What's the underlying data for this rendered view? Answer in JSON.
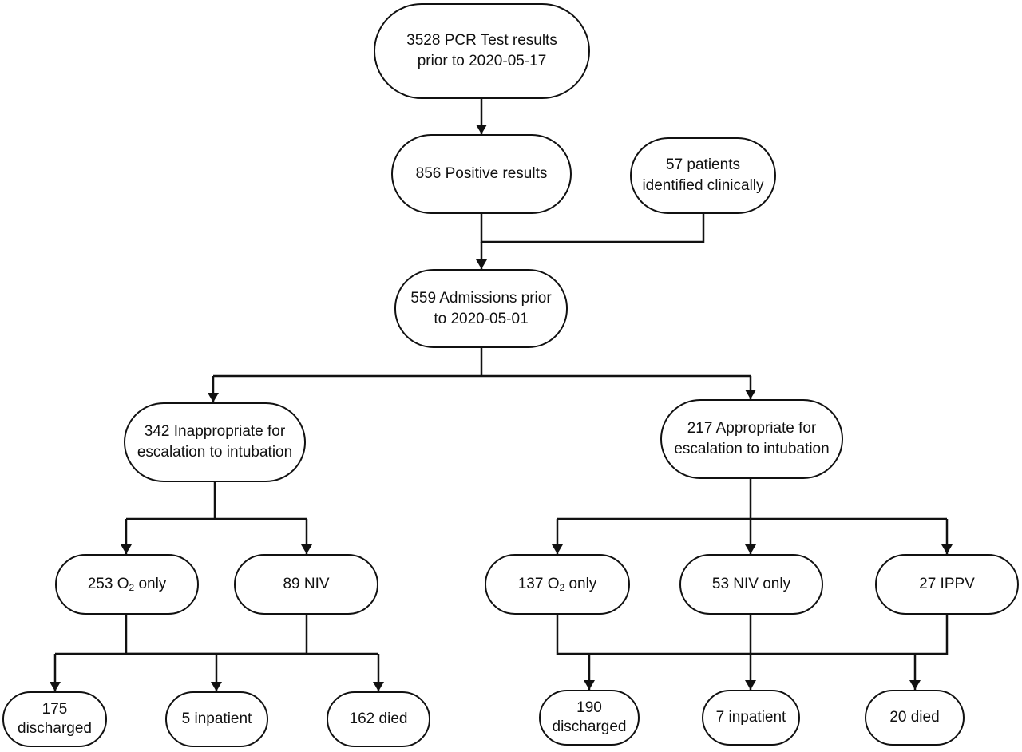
{
  "colors": {
    "line": "#111111",
    "box_fill": "#ffffff",
    "text": "#111111"
  },
  "nodes": {
    "pcr_tests": {
      "line1": "3528 PCR Test results",
      "line2": "prior to 2020-05-17"
    },
    "positive": {
      "line1": "856 Positive results"
    },
    "clinical": {
      "line1": "57 patients",
      "line2": "identified clinically"
    },
    "admissions": {
      "line1": "559 Admissions prior",
      "line2": "to 2020-05-01"
    },
    "inappropriate": {
      "line1": "342 Inappropriate for",
      "line2": "escalation to intubation"
    },
    "appropriate": {
      "line1": "217 Appropriate for",
      "line2": "escalation to intubation"
    },
    "inapp_o2": {
      "count": "253",
      "o": "O",
      "sub": "2",
      "rest": "only"
    },
    "inapp_niv": {
      "line1": "89 NIV"
    },
    "app_o2": {
      "count": "137",
      "o": "O",
      "sub": "2",
      "rest": "only"
    },
    "app_niv": {
      "line1": "53 NIV only"
    },
    "app_ippv": {
      "line1": "27 IPPV"
    },
    "inapp_discharged": {
      "line1": "175",
      "line2": "discharged"
    },
    "inapp_inpatient": {
      "line1": "5 inpatient"
    },
    "inapp_died": {
      "line1": "162 died"
    },
    "app_discharged": {
      "line1": "190",
      "line2": "discharged"
    },
    "app_inpatient": {
      "line1": "7 inpatient"
    },
    "app_died": {
      "line1": "20 died"
    }
  }
}
